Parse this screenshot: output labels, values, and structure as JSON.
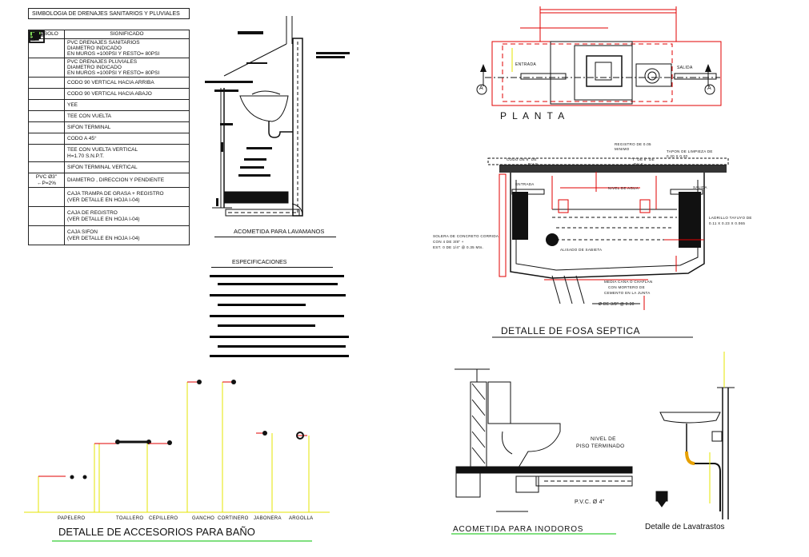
{
  "legend": {
    "title": "SIMBOLOGIA DE DRENAJES SANITARIOS Y PLUVIALES",
    "col_symbol": "SIMBOLO",
    "col_meaning": "SIGNIFICADO",
    "rows": [
      {
        "icon": "double-line-icon",
        "lines": [
          "PVC DRENAJES SANITARIOS",
          "DIAMETRO INDICADO",
          "EN MUROS =100PSI Y RESTO= 80PSI"
        ]
      },
      {
        "icon": "dashed-double-line-icon",
        "lines": [
          "PVC DRENAJES PLUVIALES",
          "DIAMETRO INDICADO",
          "EN MUROS =100PSI Y RESTO= 80PSI"
        ]
      },
      {
        "icon": "elbow-up-icon",
        "lines": [
          "CODO 90 VERTICAL HACIA ARRIBA"
        ]
      },
      {
        "icon": "elbow-down-icon",
        "lines": [
          "CODO 90 VERTICAL HACIA ABAJO"
        ]
      },
      {
        "icon": "yee-icon",
        "lines": [
          "YEE"
        ]
      },
      {
        "icon": "tee-icon",
        "lines": [
          "TEE CON VUELTA"
        ]
      },
      {
        "icon": "siphon-icon",
        "lines": [
          "SIFON TERMINAL"
        ]
      },
      {
        "icon": "elbow-45-icon",
        "lines": [
          "CODO A 45°"
        ]
      },
      {
        "icon": "tee-vertical-icon",
        "lines": [
          "TEE CON VUELTA VERTICAL",
          "H=1.70 S.N.P.T."
        ]
      },
      {
        "icon": "siphon-vertical-icon",
        "lines": [
          "SIFON TERMINAL VERTICAL"
        ]
      },
      {
        "icon": "direction-arrow-icon",
        "symbol_text": [
          "PVC Ø3\"",
          "P=2%"
        ],
        "lines": [
          "DIAMETRO , DIRECCION Y PENDIENTE"
        ]
      },
      {
        "icon": "grease-box-icon",
        "lines": [
          "CAJA TRAMPA DE GRASA + REGISTRO",
          "(VER DETALLE EN HOJA I-04)"
        ]
      },
      {
        "icon": "register-box-icon",
        "lines": [
          "CAJA DE REGISTRO",
          "(VER DETALLE EN HOJA I-04)"
        ]
      },
      {
        "icon": "siphon-box-icon",
        "lines": [
          "CAJA SIFON",
          "(VER DETALLE EN HOJA I-04)"
        ]
      }
    ]
  },
  "lavamanos": {
    "title": "ACOMETIDA PARA LAVAMANOS"
  },
  "especificaciones": {
    "title": "ESPECIFICACIONES"
  },
  "planta": {
    "title": "P L A N T A",
    "entrada": "ENTRADA",
    "salida": "SALIDA",
    "axis": "A"
  },
  "fosa": {
    "title": "DETALLE DE FOSA SEPTICA",
    "labels": {
      "registro": "REGISTRO DE 0.05",
      "registro2": "MINIMO",
      "tapon": "TAPON DE LIMPIEZA DE",
      "tapon2": "0.20 X 0.20",
      "codo": "CODO DE 6\" DE",
      "codo2": "P.V.C.",
      "t": "\"T\" DE 6\" DE",
      "t2": "P.V.C",
      "entrada": "ENTRADA",
      "salida": "SALIDA",
      "nivel": "NIVEL DE AGUA",
      "ladrillo": "LADRILLO TAYUYO DE",
      "ladrillo2": "0.11 X 0.23 X 0.065",
      "solera": "SOLERA DE CONCRETO CORRIDA",
      "solera2": "CON 4 DE 3/8\" +",
      "solera3": "EST. 0 DE 1/4\" @ 0.35 Mts.",
      "alisado": "ALISADO DE SABIETA",
      "media": "MEDIA CAÑA O CHAFLAN",
      "media2": "CON MORTERO DE",
      "media3": "CEMENTO EN LA JUNTA",
      "varilla": "Ø DE 3/8\" @ 0.30"
    }
  },
  "accesorios": {
    "title": "DETALLE DE ACCESORIOS PARA BAÑO",
    "items": [
      "PAPELERO",
      "TOALLERO",
      "CEPILLERO",
      "GANCHO",
      "CORTINERO",
      "JABONERA",
      "ARGOLLA"
    ]
  },
  "inodoro": {
    "title": "ACOMETIDA PARA INODOROS",
    "nivel": "NIVEL DE",
    "piso": "PISO TERMINADO",
    "pvc": "P.V.C. Ø 4\""
  },
  "lavatrastos": {
    "title": "Detalle de Lavatrastos"
  },
  "colors": {
    "red": "#e10000",
    "yellow": "#e6e600",
    "green": "#00c000",
    "ink": "#111111"
  }
}
